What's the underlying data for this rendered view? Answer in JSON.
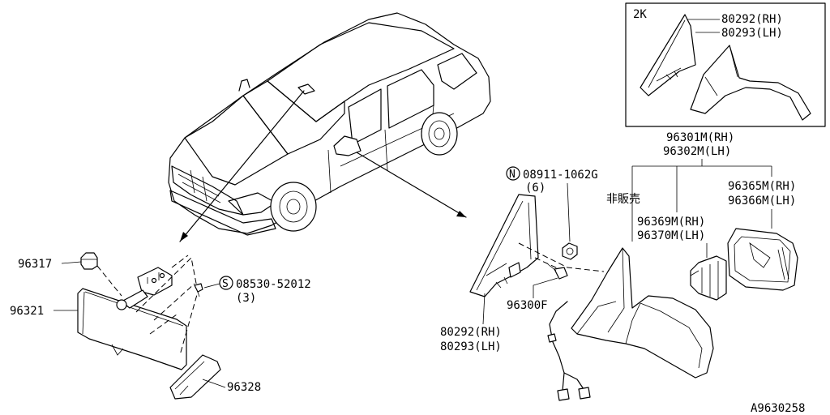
{
  "inset": {
    "tag": "2K",
    "part_rh": "80292(RH)",
    "part_lh": "80293(LH)"
  },
  "parts": {
    "p96301M": "96301M(RH)",
    "p96302M": "96302M(LH)",
    "n_bolt": "08911-1062G",
    "n_bolt_marker": "N",
    "n_bolt_qty": "(6)",
    "not_for_sale": "非販売",
    "p96365M": "96365M(RH)",
    "p96366M": "96366M(LH)",
    "p96369M": "96369M(RH)",
    "p96370M": "96370M(LH)",
    "p96300F": "96300F",
    "p80292": "80292(RH)",
    "p80293": "80293(LH)",
    "p96317": "96317",
    "p96321": "96321",
    "s_screw": "08530-52012",
    "s_screw_marker": "S",
    "s_screw_qty": "(3)",
    "p96328": "96328"
  },
  "figure_id": "A9630258"
}
